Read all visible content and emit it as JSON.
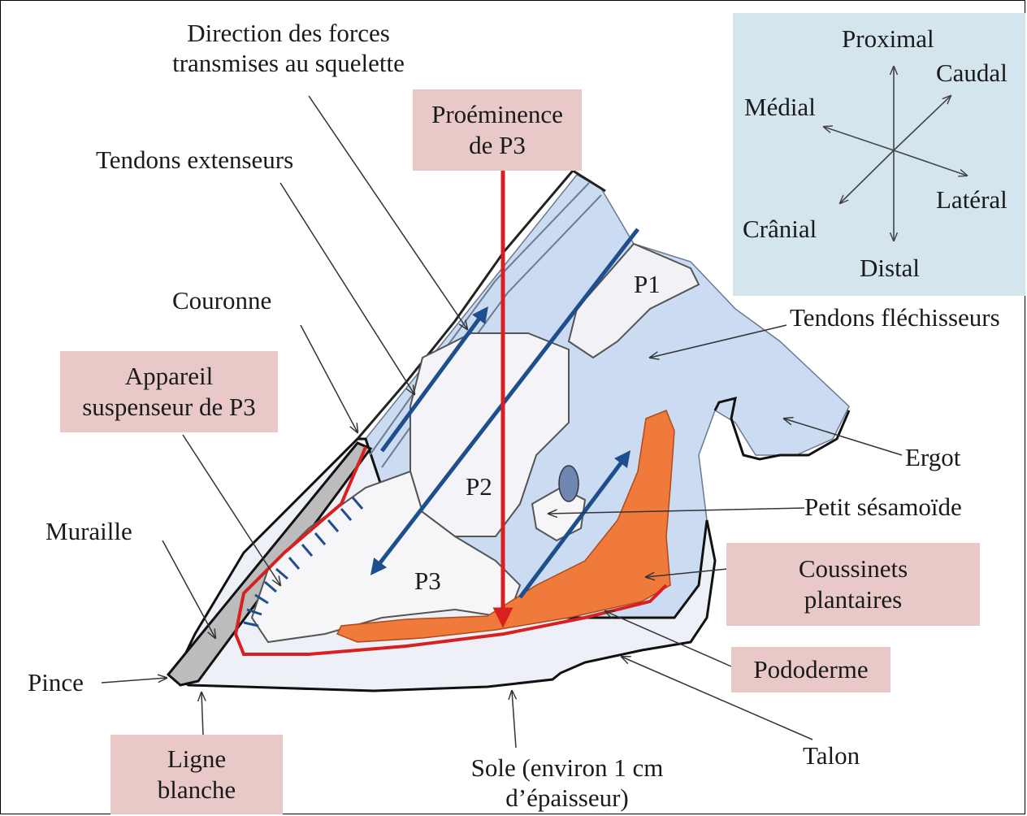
{
  "colors": {
    "label_box": "#e9c8c8",
    "legend_panel": "#d5e5ee",
    "red": "#d82020",
    "blue": "#1f4e8c",
    "orange": "#f07a3c",
    "wall": "#bdbdbd",
    "soft_tissue": "#cbdcf2",
    "bone": "#f2f2f6"
  },
  "labels": {
    "forces_line1": "Direction des forces",
    "forces_line2": "transmises au squelette",
    "extensor_tendons": "Tendons extenseurs",
    "coronet": "Couronne",
    "wall": "Muraille",
    "toe": "Pince",
    "p1": "P1",
    "p2": "P2",
    "p3": "P3",
    "flexor_tendons": "Tendons fléchisseurs",
    "ergot": "Ergot",
    "navicular": "Petit sésamoïde",
    "heel": "Talon",
    "sole_line1": "Sole (environ 1 cm",
    "sole_line2": "d’épaisseur)"
  },
  "boxes": {
    "p3_prominence": [
      "Proéminence",
      "de P3"
    ],
    "suspensory": [
      "Appareil",
      "suspenseur de P3"
    ],
    "digital_cushion": [
      "Coussinets",
      "plantaires"
    ],
    "pododerm": [
      "Pododerme"
    ],
    "white_line": [
      "Ligne",
      "blanche"
    ]
  },
  "legend": {
    "proximal": "Proximal",
    "distal": "Distal",
    "medial": "Médial",
    "lateral": "Latéral",
    "caudal": "Caudal",
    "cranial": "Crânial"
  },
  "icons": [
    "arrow-icon"
  ]
}
